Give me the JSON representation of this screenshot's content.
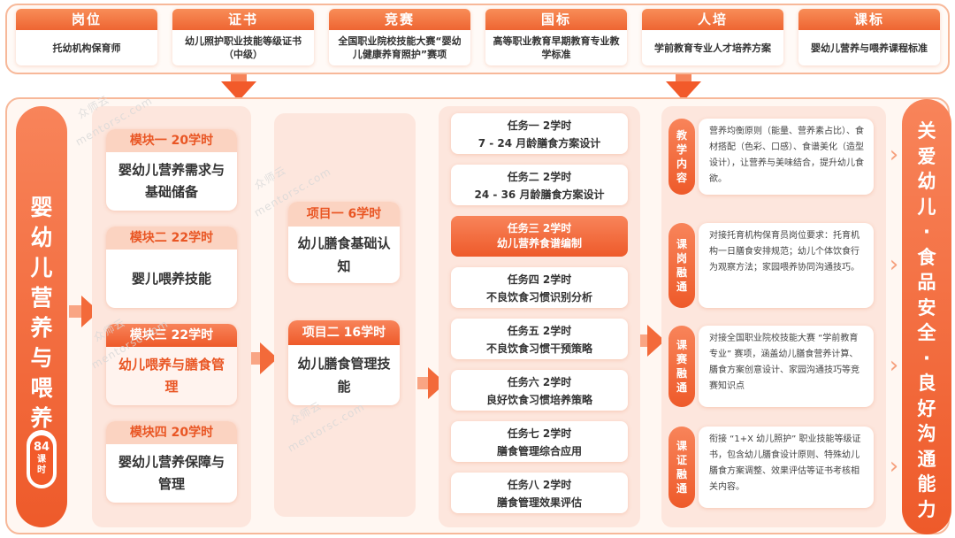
{
  "standards": [
    {
      "title": "岗位",
      "desc": "托幼机构保育师"
    },
    {
      "title": "证书",
      "desc": "幼儿照护职业技能等级证书（中级）"
    },
    {
      "title": "竞赛",
      "desc": "全国职业院校技能大赛“婴幼儿健康养育照护”赛项"
    },
    {
      "title": "国标",
      "desc": "高等职业教育早期教育专业教学标准"
    },
    {
      "title": "人培",
      "desc": "学前教育专业人才培养方案"
    },
    {
      "title": "课标",
      "desc": "婴幼儿营养与喂养课程标准"
    }
  ],
  "course": {
    "title": "婴幼儿营养与喂养",
    "hours_num": "84",
    "hours_unit": "课时"
  },
  "modules": [
    {
      "head": "模块一 20学时",
      "body": "婴幼儿营养需求与基础储备",
      "highlight": false
    },
    {
      "head": "模块二 22学时",
      "body": "婴儿喂养技能",
      "highlight": false
    },
    {
      "head": "模块三 22学时",
      "body": "幼儿喂养与膳食管理",
      "highlight": true
    },
    {
      "head": "模块四 20学时",
      "body": "婴幼儿营养保障与管理",
      "highlight": false
    }
  ],
  "projects": [
    {
      "head": "项目一 6学时",
      "body": "幼儿膳食基础认知"
    },
    {
      "head": "项目二 16学时",
      "body": "幼儿膳食管理技能"
    }
  ],
  "tasks": [
    {
      "head": "任务一 2学时",
      "body": "7 - 24 月龄膳食方案设计",
      "highlight": false
    },
    {
      "head": "任务二 2学时",
      "body": "24 - 36 月龄膳食方案设计",
      "highlight": false
    },
    {
      "head": "任务三 2学时",
      "body": "幼儿营养食谱编制",
      "highlight": true
    },
    {
      "head": "任务四 2学时",
      "body": "不良饮食习惯识别分析",
      "highlight": false
    },
    {
      "head": "任务五 2学时",
      "body": "不良饮食习惯干预策略",
      "highlight": false
    },
    {
      "head": "任务六 2学时",
      "body": "良好饮食习惯培养策略",
      "highlight": false
    },
    {
      "head": "任务七 2学时",
      "body": "膳食管理综合应用",
      "highlight": false
    },
    {
      "head": "任务八 2学时",
      "body": "膳食管理效果评估",
      "highlight": false
    }
  ],
  "integrations": [
    {
      "tag": "教学内容",
      "text": "营养均衡原则（能量、营养素占比）、食材搭配（色彩、口感）、食谱美化（造型设计），让营养与美味结合，提升幼儿食欲。"
    },
    {
      "tag": "课岗融通",
      "text": "对接托育机构保育员岗位要求：托育机构一日膳食安排规范；幼儿个体饮食行为观察方法；家园喂养协同沟通技巧。"
    },
    {
      "tag": "课赛融通",
      "text": "对接全国职业院校技能大赛 “学前教育专业” 赛项，涵盖幼儿膳食营养计算、膳食方案创意设计、家园沟通技巧等竞赛知识点"
    },
    {
      "tag": "课证融通",
      "text": "衔接 “1+X 幼儿照护” 职业技能等级证书，包含幼儿膳食设计原则、特殊幼儿膳食方案调整、效果评估等证书考核相关内容。"
    }
  ],
  "goal": {
    "title": "关爱幼儿·食品安全·良好沟通能力"
  },
  "watermarks": [
    "众师云",
    "mentorsc.com"
  ],
  "colors": {
    "accent": "#ee5a2a",
    "accent_light": "#f8845a",
    "panel": "#fde6dd",
    "frame": "#f7b899",
    "light_head": "#fbd3c1"
  }
}
